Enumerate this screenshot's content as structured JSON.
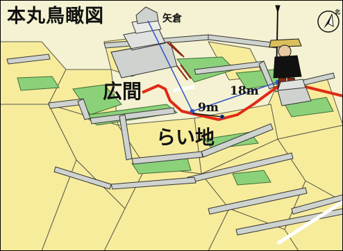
{
  "title": "本丸鳥瞰図",
  "labels": {
    "yagura": "矢倉",
    "hiroma": "広間",
    "raichi": "らい地",
    "dist_long": "18m",
    "dist_short": "9m"
  },
  "compass": {
    "label": "北"
  },
  "colors": {
    "background": "#f4f2d2",
    "slope": "#f7ec9c",
    "ground": "#f4f2d2",
    "grass": "#8bd17a",
    "wall": "#cfd3cf",
    "route": "#e02a14",
    "measure": "#3153c4"
  },
  "icons": [
    "compass-icon",
    "samurai-figure",
    "yagura-tower"
  ]
}
